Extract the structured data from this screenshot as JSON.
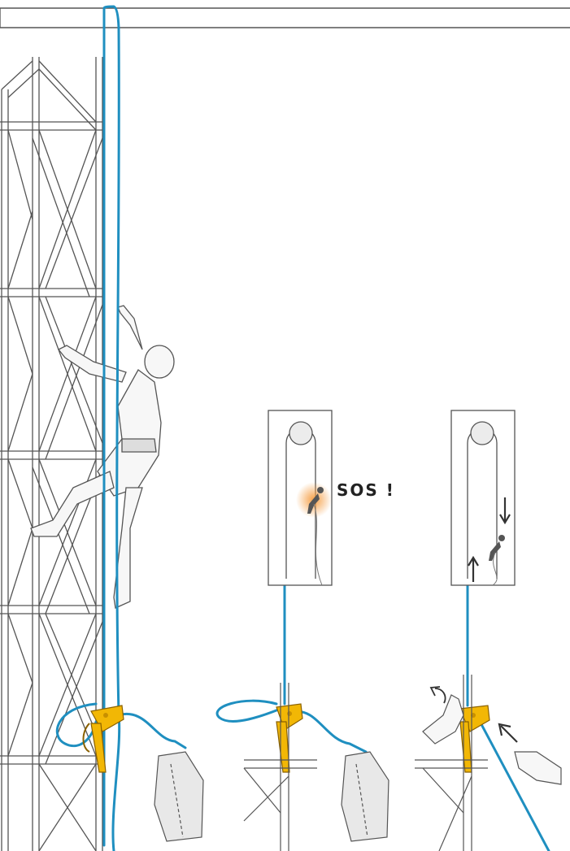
{
  "panels": [
    {
      "id": "climber",
      "label": ""
    },
    {
      "id": "alert",
      "callout": "SOS !"
    },
    {
      "id": "rescue",
      "label": ""
    }
  ],
  "colors": {
    "rope": "#1f8fc0",
    "device": "#f2b705",
    "device_dark": "#c78f00",
    "structure": "#444444",
    "glow": "#f59a3c",
    "bag": "#e8e8e8"
  },
  "icons": [
    "rope",
    "belay-device",
    "rope-bag",
    "wheel-pulley",
    "up-arrow",
    "down-arrow",
    "rotate-arrow"
  ]
}
